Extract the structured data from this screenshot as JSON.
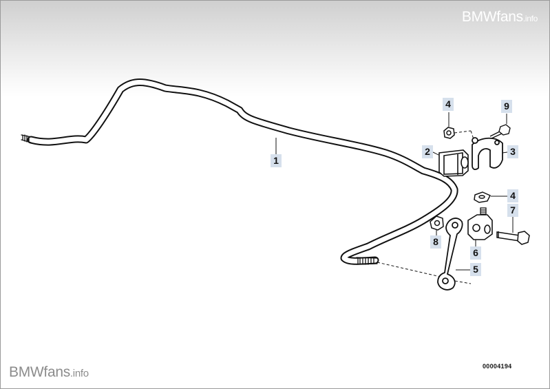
{
  "watermark_top": {
    "brand": "BMWfans",
    "suffix": ".info"
  },
  "watermark_bottom": {
    "brand": "BMWfans",
    "suffix": ".info"
  },
  "diagram_number": "00004194",
  "callouts": {
    "c1": "1",
    "c2": "2",
    "c3": "3",
    "c4a": "4",
    "c4b": "4",
    "c5": "5",
    "c6": "6",
    "c7": "7",
    "c8": "8",
    "c9": "9"
  },
  "colors": {
    "callout_bg": "#d6e0ec",
    "line": "#111111",
    "header_gradient": "#cfcfcf"
  }
}
